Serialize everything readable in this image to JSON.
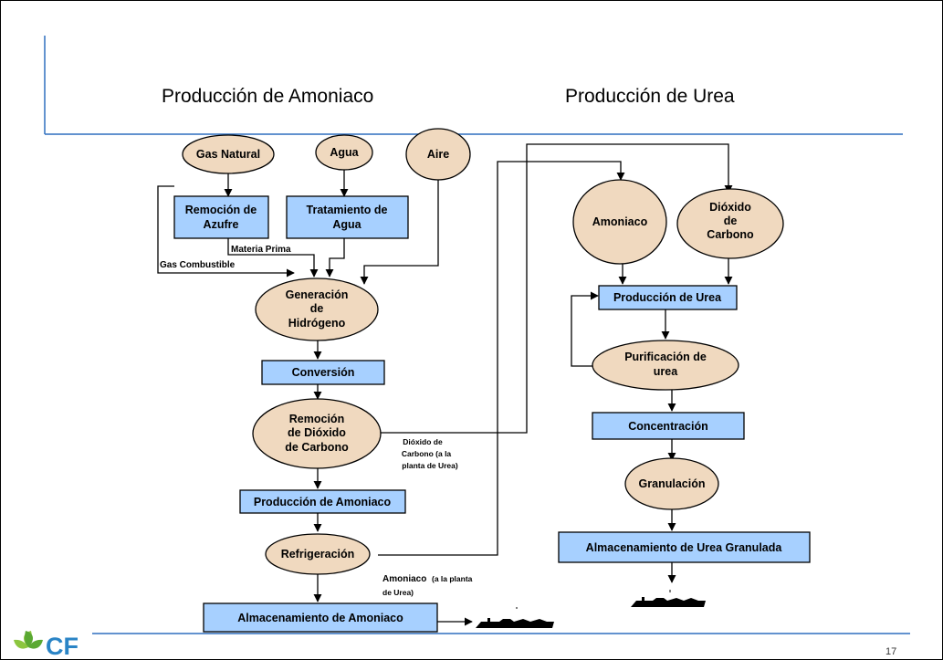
{
  "titles": {
    "ammonia": "Producción de Amoniaco",
    "urea": "Producción de Urea"
  },
  "ammonia_flow": {
    "gas_natural": "Gas Natural",
    "agua": "Agua",
    "aire": "Aire",
    "remocion_azufre": [
      "Remoción de",
      "Azufre"
    ],
    "tratamiento_agua": [
      "Tratamiento de",
      "Agua"
    ],
    "materia_prima": "Materia Prima",
    "gas_combustible": "Gas Combustible",
    "generacion_hidrogeno": [
      "Generación",
      "de",
      "Hidrógeno"
    ],
    "conversion": "Conversión",
    "remocion_co2": [
      "Remoción",
      "de Dióxido",
      "de Carbono"
    ],
    "co2_note": [
      "Dióxido de",
      "Carbono (a la",
      "planta de Urea)"
    ],
    "produccion_amoniaco": "Producción de Amoniaco",
    "refrigeracion": "Refrigeración",
    "amoniaco_note": [
      "Amoniaco",
      "(a la planta",
      "de Urea)"
    ],
    "almacenamiento_amoniaco": "Almacenamiento de Amoniaco"
  },
  "urea_flow": {
    "amoniaco": "Amoniaco",
    "dioxido_carbono": [
      "Dióxido",
      "de",
      "Carbono"
    ],
    "produccion_urea": "Producción de Urea",
    "purificacion_urea": [
      "Purificación de",
      "urea"
    ],
    "concentracion": "Concentración",
    "granulacion": "Granulación",
    "almacenamiento_urea": "Almacenamiento de Urea Granulada"
  },
  "footer": {
    "logo": "CF",
    "page_number": "17"
  },
  "colors": {
    "box_fill": "#a7d0ff",
    "ellipse_fill": "#f0d9bf",
    "rule": "#2f6fbf",
    "logo": "#2a84c6",
    "leaf": "#8cc63f"
  }
}
